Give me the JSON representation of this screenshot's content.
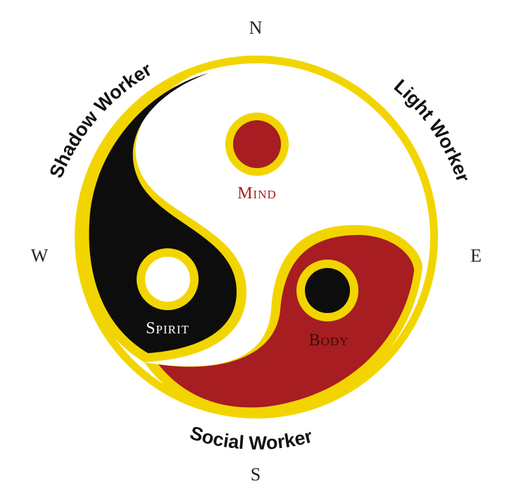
{
  "compass": {
    "north": "N",
    "south": "S",
    "east": "E",
    "west": "W"
  },
  "workers": {
    "shadow": "Shadow Worker",
    "light": "Light Worker",
    "social": "Social Worker"
  },
  "parts": {
    "mind": "Mind",
    "spirit": "Spirit",
    "body": "Body"
  },
  "colors": {
    "ring": "#f2d500",
    "black": "#0d0d0d",
    "red": "#a71d21",
    "white": "#ffffff"
  }
}
